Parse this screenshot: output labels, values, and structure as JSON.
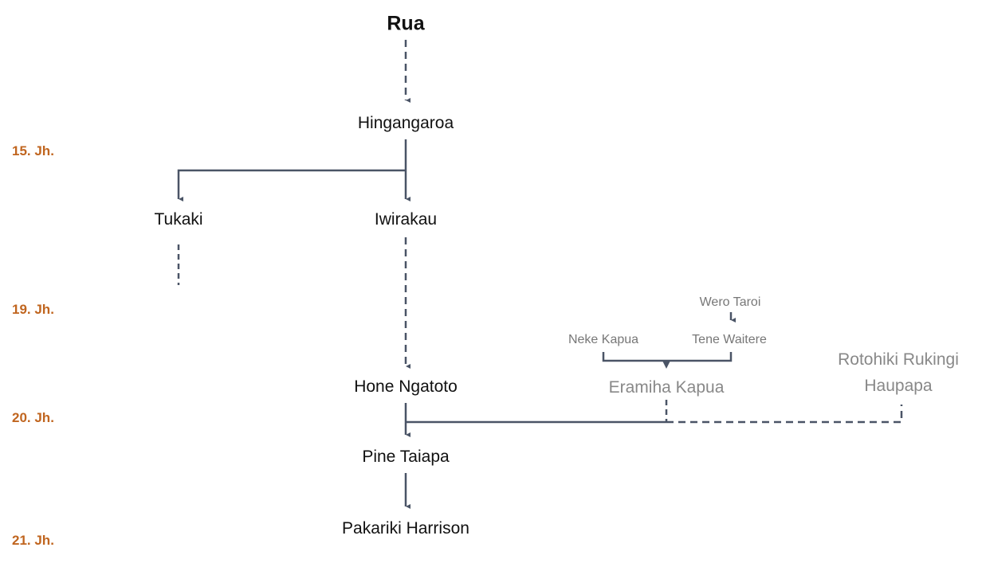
{
  "people": {
    "rua": "Rua",
    "hingangaroa": "Hingangaroa",
    "tukaki": "Tukaki",
    "iwirakau": "Iwirakau",
    "hone_ngatoto": "Hone Ngatoto",
    "pine_taiapa": "Pine Taiapa",
    "pakariki_harrison": "Pakariki Harrison",
    "wero_taroi": "Wero Taroi",
    "neke_kapua": "Neke Kapua",
    "tene_waitere": "Tene Waitere",
    "eramiha_kapua": "Eramiha Kapua",
    "rotohiki_line1": "Rotohiki Rukingi",
    "rotohiki_line2": "Haupapa"
  },
  "centuries": [
    "15. Jh.",
    "19. Jh.",
    "20. Jh.",
    "21. Jh."
  ],
  "colors": {
    "line": "#4a5466",
    "century": "#c0651f",
    "secondary": "#888888"
  }
}
